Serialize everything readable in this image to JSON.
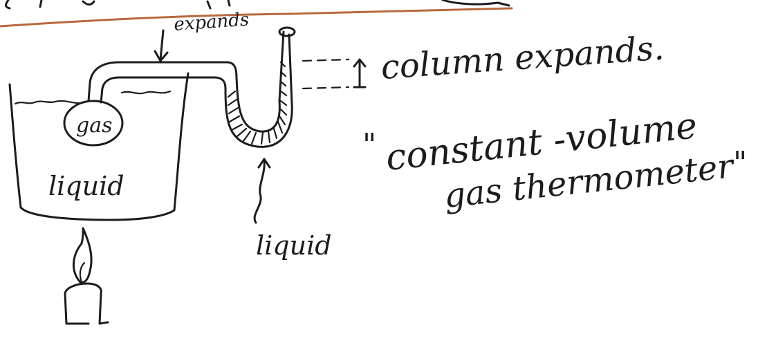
{
  "labels": {
    "expands": "expands",
    "gas": "gas",
    "liquid_container": "liquid",
    "column_expands": "column expands.",
    "liquid_tube": "liquid",
    "title_open_quote": "\"",
    "title_line1": "constant -volume",
    "title_line2": "gas thermometer",
    "title_close_quote": "\""
  },
  "colors": {
    "ink": "#1c1c1e",
    "top_rule": "#b8673e"
  }
}
